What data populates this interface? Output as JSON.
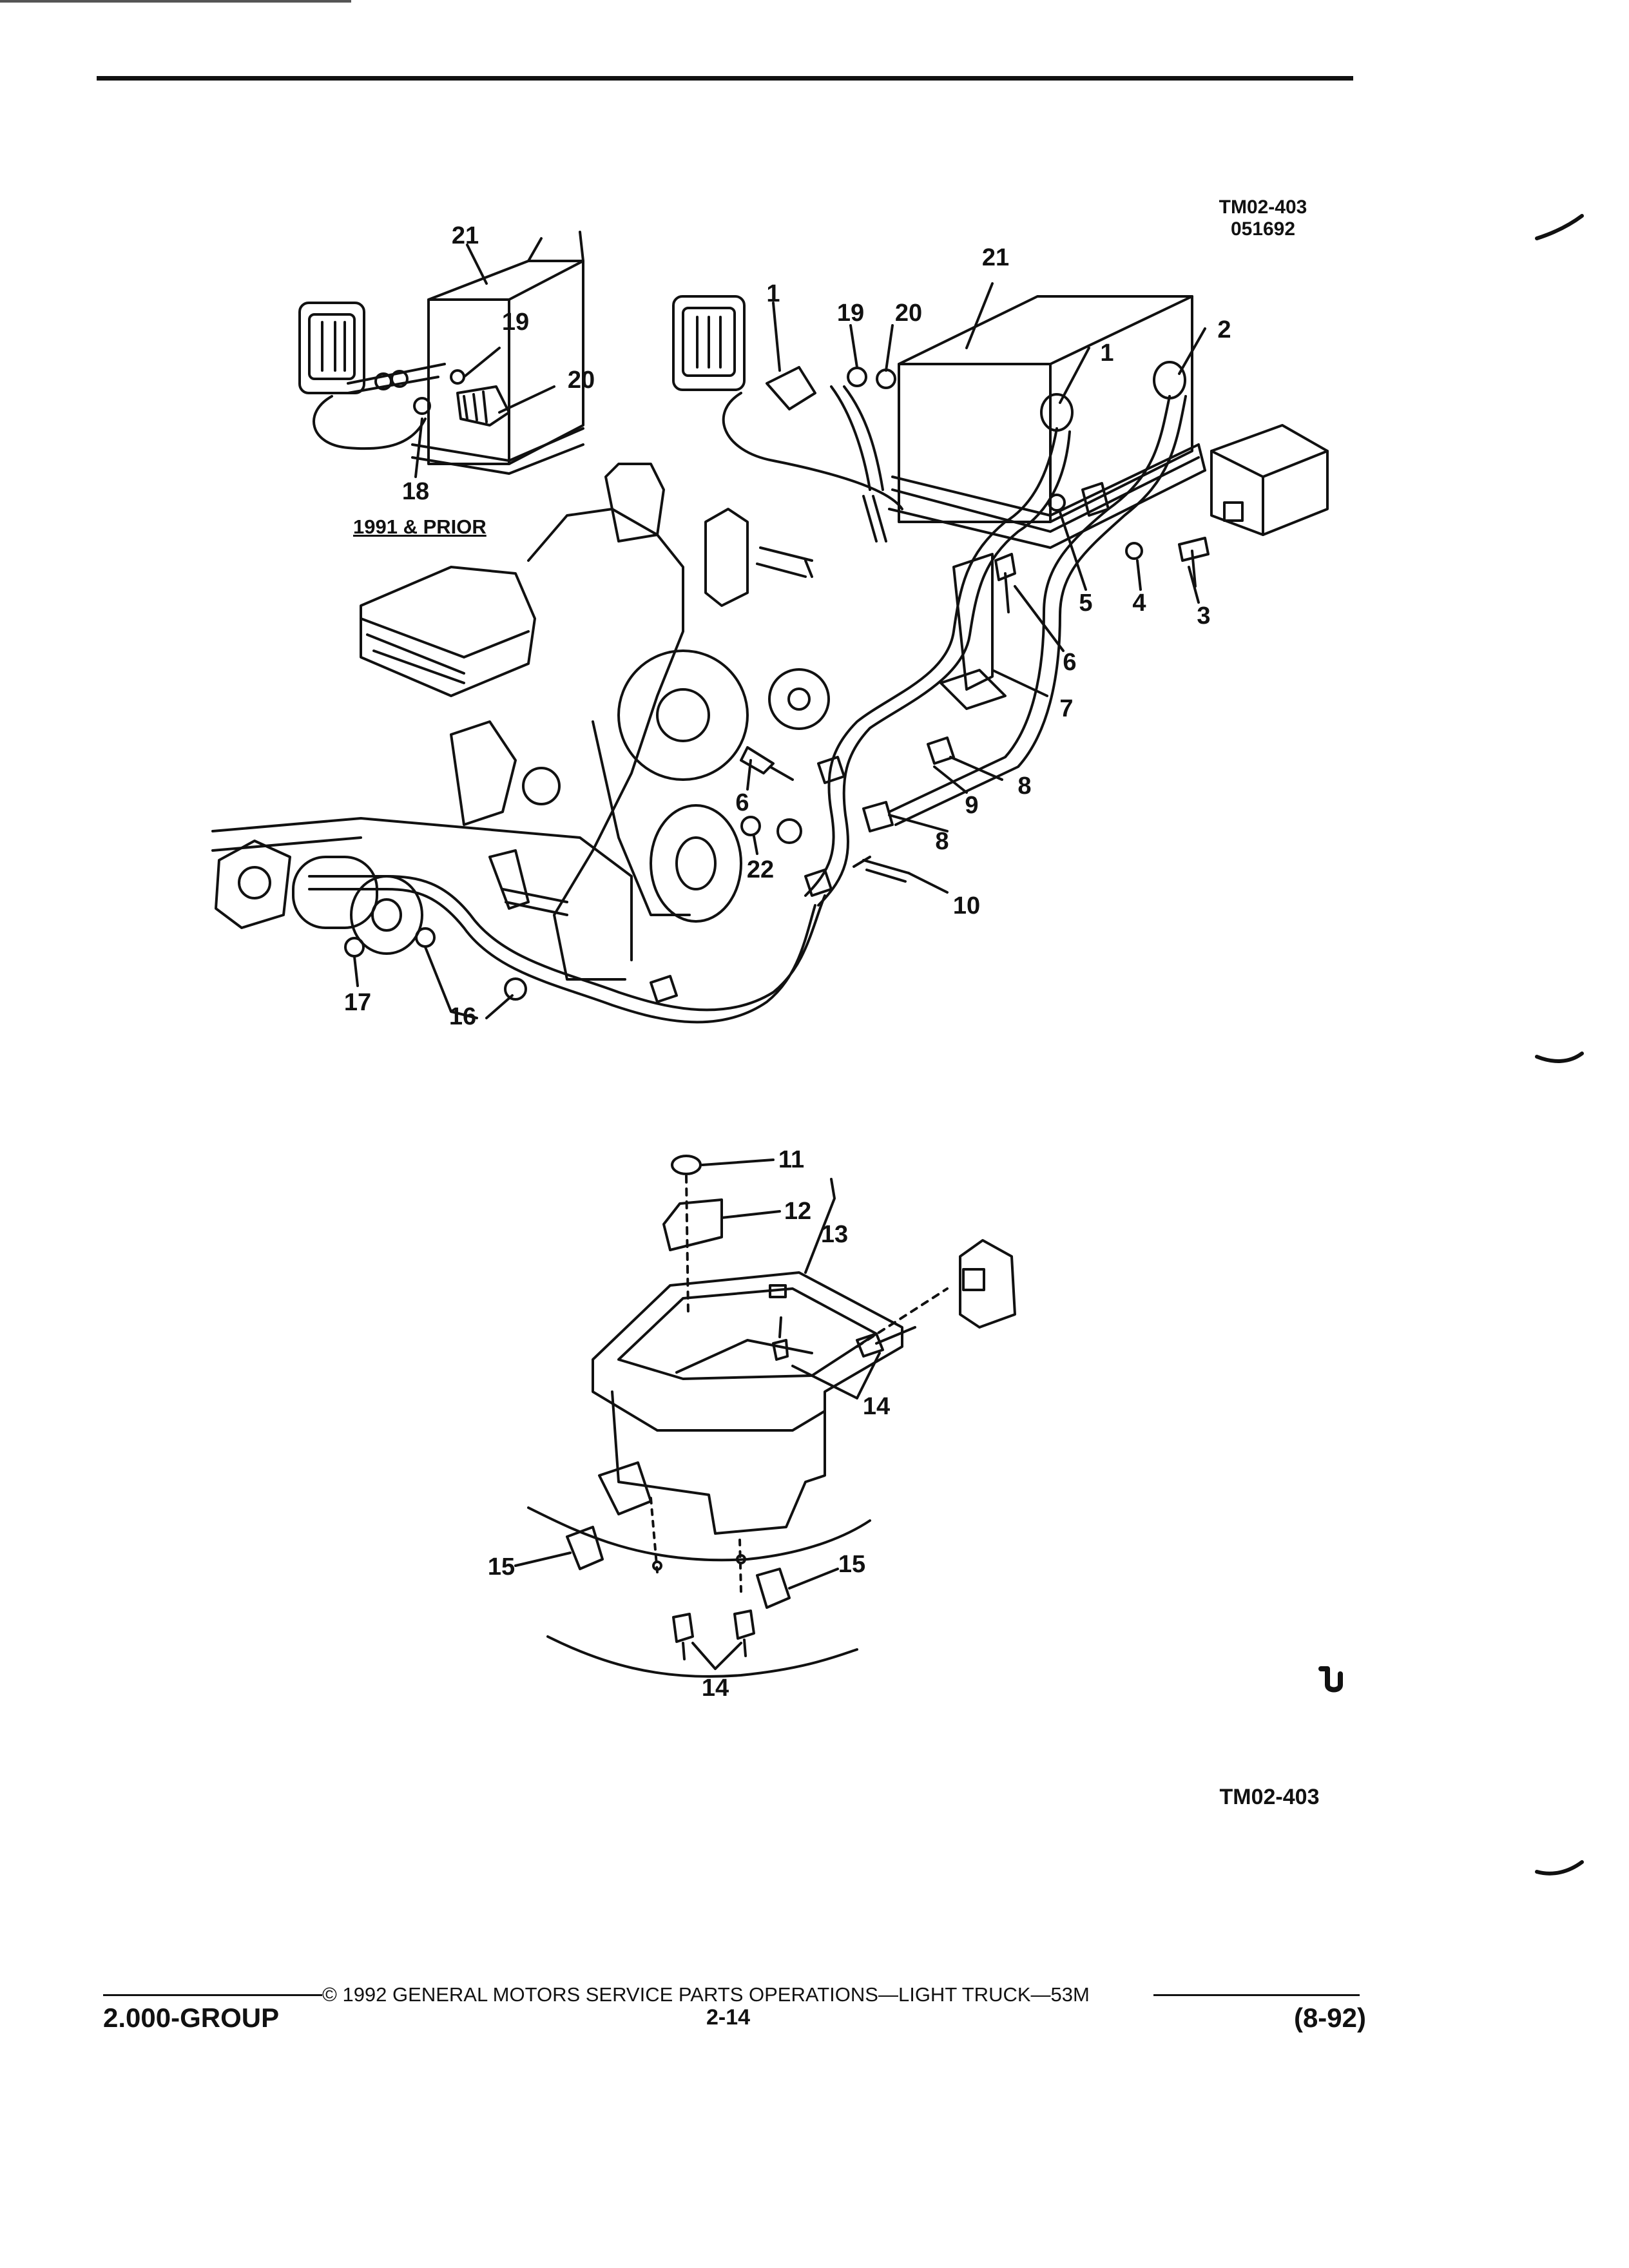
{
  "header": {
    "drawing_code": "TM02-403",
    "drawing_date": "051692",
    "detail_label": "1991 & PRIOR"
  },
  "callouts": {
    "c1a": "1",
    "c1b": "1",
    "c2": "2",
    "c3": "3",
    "c4": "4",
    "c5": "5",
    "c6a": "6",
    "c6b": "6",
    "c7": "7",
    "c8a": "8",
    "c8b": "8",
    "c9": "9",
    "c10": "10",
    "c11": "11",
    "c12": "12",
    "c13": "13",
    "c14a": "14",
    "c14b": "14",
    "c15a": "15",
    "c15b": "15",
    "c16": "16",
    "c17": "17",
    "c18": "18",
    "c19a": "19",
    "c19b": "19",
    "c20a": "20",
    "c20b": "20",
    "c21a": "21",
    "c21b": "21",
    "c22": "22"
  },
  "footer": {
    "copyright": "© 1992 GENERAL MOTORS SERVICE PARTS OPERATIONS—LIGHT TRUCK—53M",
    "group": "2.000-GROUP",
    "page": "2-14",
    "revision": "(8-92)",
    "drawing_code_bottom": "TM02-403"
  },
  "colors": {
    "ink": "#111111",
    "paper": "#ffffff"
  }
}
